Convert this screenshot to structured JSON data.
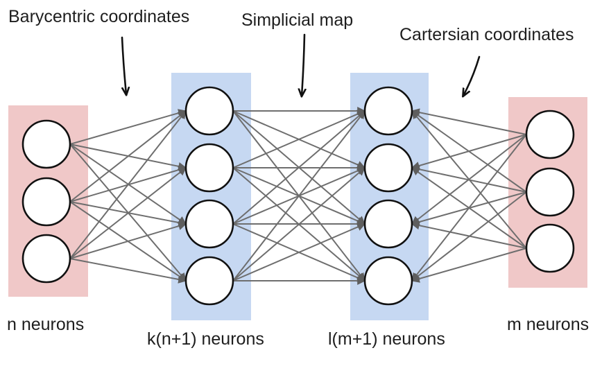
{
  "annotations": {
    "barycentric": "Barycentric coordinates",
    "simplicial": "Simplicial map",
    "cartesian": "Cartersian coordinates"
  },
  "layers": [
    {
      "id": "input",
      "label": "n neurons",
      "nodes": 3,
      "color": "#f0c8c8"
    },
    {
      "id": "hidden1",
      "label": "k(n+1) neurons",
      "nodes": 4,
      "color": "#c6d8f2"
    },
    {
      "id": "hidden2",
      "label": "l(m+1) neurons",
      "nodes": 4,
      "color": "#c6d8f2"
    },
    {
      "id": "output",
      "label": "m neurons",
      "nodes": 3,
      "color": "#f0c8c8"
    }
  ],
  "connections": [
    {
      "from": "input",
      "to": "hidden1",
      "direction": "forward"
    },
    {
      "from": "hidden1",
      "to": "hidden2",
      "direction": "forward"
    },
    {
      "from": "output",
      "to": "hidden2",
      "direction": "backward"
    }
  ],
  "colors": {
    "edge": "#6e6e6e",
    "node_stroke": "#111111",
    "text": "#1e1e1e"
  }
}
